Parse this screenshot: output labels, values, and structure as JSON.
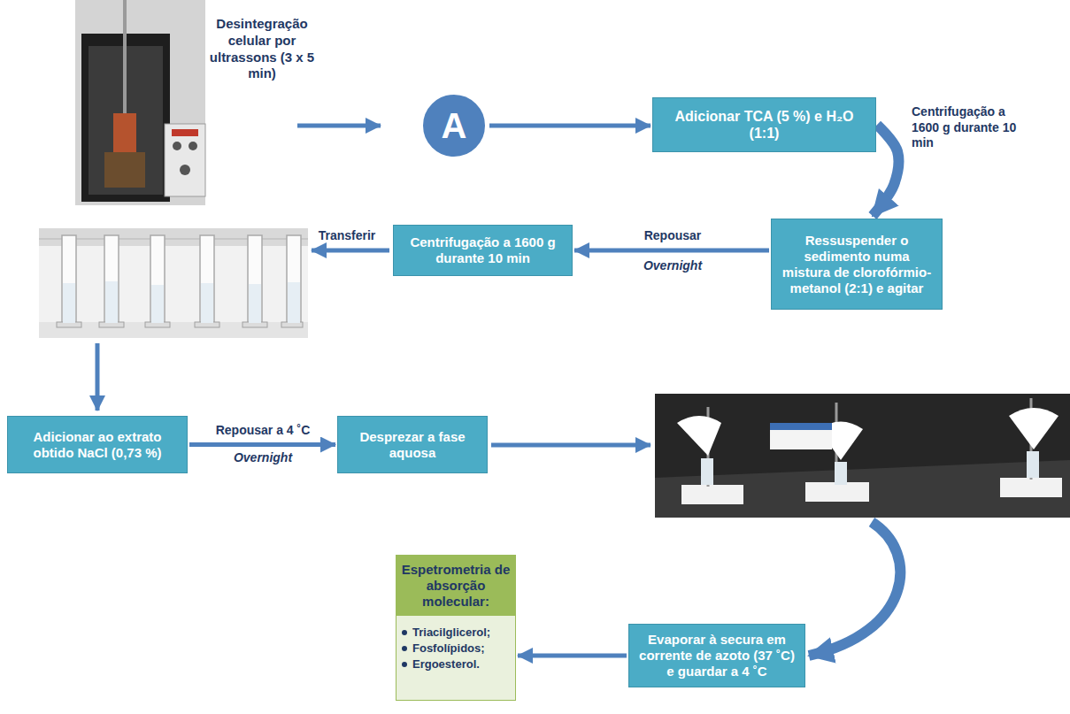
{
  "diagram": {
    "nodes": [
      {
        "text": [
          "A"
        ]
      },
      {
        "text": [
          "Adicionar TCA (5 %) e H₂O (1:1)"
        ]
      },
      {
        "text": [
          "Ressuspender o sedimento numa mistura de clorofórmio-metanol (2:1) e agitar"
        ]
      },
      {
        "text": [
          "Centrifugação a 1600 g durante 10 min"
        ]
      },
      {
        "text": [
          "Adicionar ao extrato obtido NaCl (0,73 %)"
        ]
      },
      {
        "text": [
          "Desprezar a fase aquosa"
        ]
      },
      {
        "text": [
          "Evaporar à secura em corrente de azoto (37 ˚C) e guardar a 4 ˚C"
        ]
      },
      {
        "text": [
          "Espetrometria de absorção molecular:",
          "Triacilglicerol;",
          "Fosfolípidos;",
          "Ergoesterol."
        ]
      }
    ],
    "edges": [
      {
        "from": 0,
        "to": 1,
        "arrow": "to"
      },
      {
        "from": 1,
        "to": 2,
        "label": "Centrifugação a 1600 g durante 10 min",
        "arrow": "to"
      },
      {
        "from": 2,
        "to": 3,
        "label": "Repousar",
        "arrow": "to"
      },
      {
        "from": 4,
        "to": 5,
        "label": "Repousar a 4 ˚C",
        "arrow": "to"
      },
      {
        "from": 6,
        "to": 7,
        "arrow": "to"
      }
    ],
    "labels": [
      "Desintegração celular por ultrassons (3 x 5 min)",
      "Overnight",
      "Transferir",
      "Overnight"
    ]
  }
}
